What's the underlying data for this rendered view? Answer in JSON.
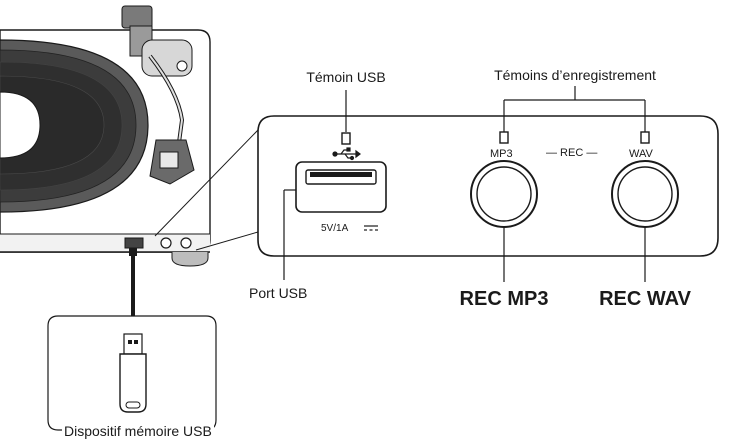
{
  "labels": {
    "usb_indicator": "Témoin USB",
    "rec_indicators": "Témoins d’enregistrement",
    "port_usb": "Port USB",
    "rec_mp3": "REC MP3",
    "rec_wav": "REC WAV",
    "usb_storage": "Dispositif mémoire USB"
  },
  "panel": {
    "mp3_label": "MP3",
    "wav_label": "WAV",
    "rec_label": "— REC —",
    "power_rating": "5V/1A"
  }
}
